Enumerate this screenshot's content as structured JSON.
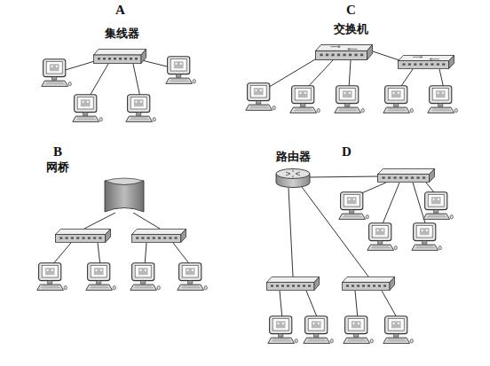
{
  "diagram": {
    "nodes": [
      {
        "text": [
          "集线器"
        ]
      },
      {
        "text": [
          "交换机"
        ]
      },
      {
        "text": [
          "网桥"
        ]
      },
      {
        "text": [
          "路由器"
        ]
      }
    ],
    "labels": [
      "A",
      "C",
      "B",
      "D"
    ]
  }
}
